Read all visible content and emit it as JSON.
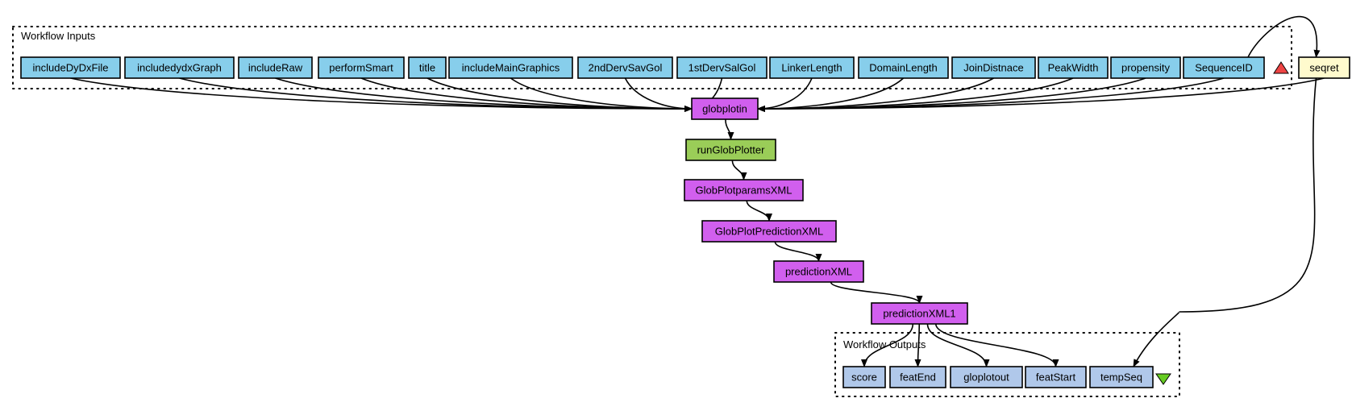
{
  "clusters": {
    "inputs": {
      "label": "Workflow Inputs"
    },
    "outputs": {
      "label": "Workflow Outputs"
    }
  },
  "colors": {
    "input": "#87ceeb",
    "processor": "#d15fee",
    "beanshell": "#9acd58",
    "constant": "#fffacd",
    "output": "#b0c8ea",
    "input_marker": "#ee4444",
    "output_marker": "#66cc22"
  },
  "nodes": {
    "includeDyDxFile": "includeDyDxFile",
    "includedydxGraph": "includedydxGraph",
    "includeRaw": "includeRaw",
    "performSmart": "performSmart",
    "title": "title",
    "includeMainGraphics": "includeMainGraphics",
    "secondDervSavGol": "2ndDervSavGol",
    "firstDervSalGol": "1stDervSalGol",
    "LinkerLength": "LinkerLength",
    "DomainLength": "DomainLength",
    "JoinDistnace": "JoinDistnace",
    "PeakWidth": "PeakWidth",
    "propensity": "propensity",
    "SequenceID": "SequenceID",
    "seqret": "seqret",
    "globplotin": "globplotin",
    "runGlobPlotter": "runGlobPlotter",
    "GlobPlotparamsXML": "GlobPlotparamsXML",
    "GlobPlotPredictionXML": "GlobPlotPredictionXML",
    "predictionXML": "predictionXML",
    "predictionXML1": "predictionXML1",
    "score": "score",
    "featEnd": "featEnd",
    "gloplotout": "gloplotout",
    "featStart": "featStart",
    "tempSeq": "tempSeq"
  },
  "node_kinds": {
    "inputs": [
      "includeDyDxFile",
      "includedydxGraph",
      "includeRaw",
      "performSmart",
      "title",
      "includeMainGraphics",
      "secondDervSavGol",
      "firstDervSalGol",
      "LinkerLength",
      "DomainLength",
      "JoinDistnace",
      "PeakWidth",
      "propensity",
      "SequenceID"
    ],
    "processors": [
      "globplotin",
      "GlobPlotparamsXML",
      "GlobPlotPredictionXML",
      "predictionXML",
      "predictionXML1"
    ],
    "beanshell": [
      "runGlobPlotter"
    ],
    "constant": [
      "seqret"
    ],
    "outputs": [
      "score",
      "featEnd",
      "gloplotout",
      "featStart",
      "tempSeq"
    ]
  },
  "edges": [
    [
      "includeDyDxFile",
      "globplotin"
    ],
    [
      "includedydxGraph",
      "globplotin"
    ],
    [
      "includeRaw",
      "globplotin"
    ],
    [
      "performSmart",
      "globplotin"
    ],
    [
      "title",
      "globplotin"
    ],
    [
      "includeMainGraphics",
      "globplotin"
    ],
    [
      "secondDervSavGol",
      "globplotin"
    ],
    [
      "firstDervSalGol",
      "globplotin"
    ],
    [
      "LinkerLength",
      "globplotin"
    ],
    [
      "DomainLength",
      "globplotin"
    ],
    [
      "JoinDistnace",
      "globplotin"
    ],
    [
      "PeakWidth",
      "globplotin"
    ],
    [
      "propensity",
      "globplotin"
    ],
    [
      "SequenceID",
      "globplotin"
    ],
    [
      "SequenceID",
      "seqret"
    ],
    [
      "seqret",
      "globplotin"
    ],
    [
      "seqret",
      "tempSeq"
    ],
    [
      "globplotin",
      "runGlobPlotter"
    ],
    [
      "runGlobPlotter",
      "GlobPlotparamsXML"
    ],
    [
      "GlobPlotparamsXML",
      "GlobPlotPredictionXML"
    ],
    [
      "GlobPlotPredictionXML",
      "predictionXML"
    ],
    [
      "predictionXML",
      "predictionXML1"
    ],
    [
      "predictionXML1",
      "score"
    ],
    [
      "predictionXML1",
      "featEnd"
    ],
    [
      "predictionXML1",
      "gloplotout"
    ],
    [
      "predictionXML1",
      "featStart"
    ]
  ]
}
